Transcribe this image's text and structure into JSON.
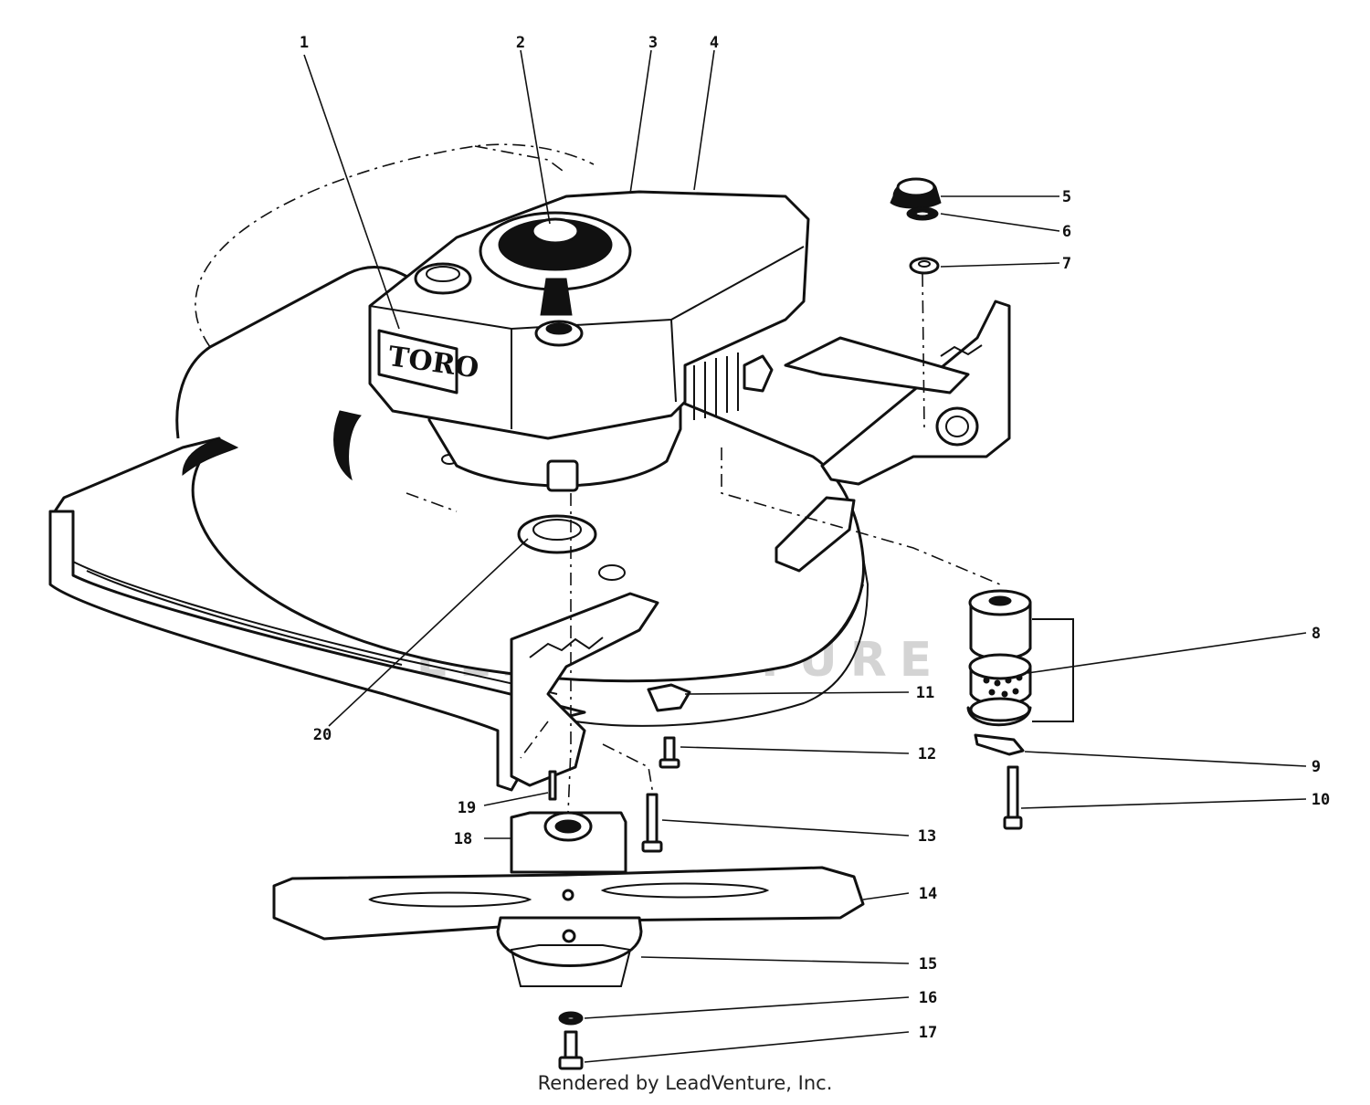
{
  "watermark": "LEADVENTURE",
  "engine_brand": "TORO",
  "footer": "Rendered by LeadVenture, Inc.",
  "callouts": [
    "1",
    "2",
    "3",
    "4",
    "5",
    "6",
    "7",
    "8",
    "9",
    "10",
    "11",
    "12",
    "13",
    "14",
    "15",
    "16",
    "17",
    "18",
    "19",
    "20"
  ]
}
